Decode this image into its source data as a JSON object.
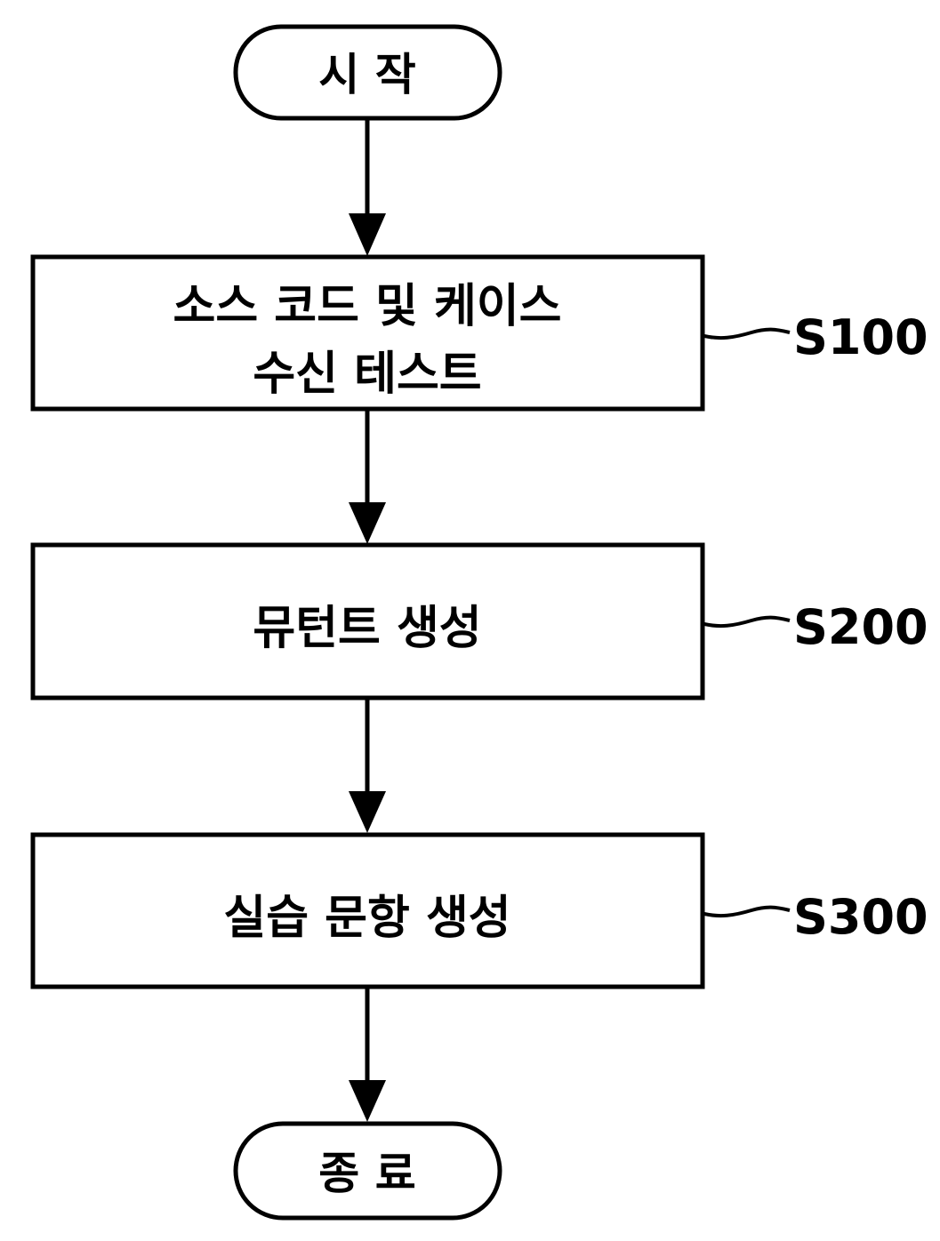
{
  "diagram": {
    "type": "flowchart",
    "colors": {
      "stroke": "#000000",
      "background": "#ffffff",
      "text": "#000000"
    },
    "start": {
      "label": "시 작"
    },
    "steps": [
      {
        "id": "S100",
        "lines": [
          "소스 코드 및 케이스",
          "수신 테스트"
        ]
      },
      {
        "id": "S200",
        "lines": [
          "뮤턴트 생성"
        ]
      },
      {
        "id": "S300",
        "lines": [
          "실습 문항 생성"
        ]
      }
    ],
    "end": {
      "label": "종 료"
    },
    "edges": [
      {
        "from": "start",
        "to": "S100"
      },
      {
        "from": "S100",
        "to": "S200"
      },
      {
        "from": "S200",
        "to": "S300"
      },
      {
        "from": "S300",
        "to": "end"
      }
    ]
  }
}
